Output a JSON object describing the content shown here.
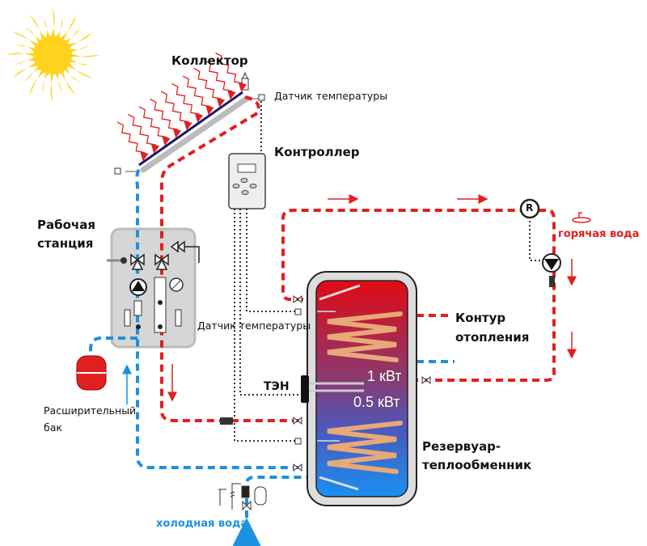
{
  "labels": {
    "collector": "Коллектор",
    "temp_sensor_top": "Датчик температуры",
    "controller": "Контроллер",
    "station_line1": "Рабочая",
    "station_line2": "станция",
    "temp_sensor_mid": "Датчик температуры",
    "expansion_line1": "Расширительный",
    "expansion_line2": "бак",
    "heater": "ТЭН",
    "power_1": "1 кВт",
    "power_2": "0.5 кВт",
    "heating_line1": "Контур",
    "heating_line2": "отопления",
    "tank_line1": "Резервуар-",
    "tank_line2": "теплообменник",
    "hot_water": "горячая вода",
    "cold_water": "холодная вода",
    "recirc_symbol": "R"
  },
  "colors": {
    "hot": "#e02020",
    "cold": "#1e90e0",
    "sun": "#ffd21e",
    "collector": "#1a1a6e",
    "coil": "#e8a070"
  },
  "icons": [
    "sun-icon",
    "solar-collector-icon",
    "temperature-sensor-icon",
    "controller-icon",
    "pump-icon",
    "valve-icon",
    "expansion-tank-icon",
    "heating-element-icon",
    "tap-icon",
    "check-valve-icon"
  ]
}
